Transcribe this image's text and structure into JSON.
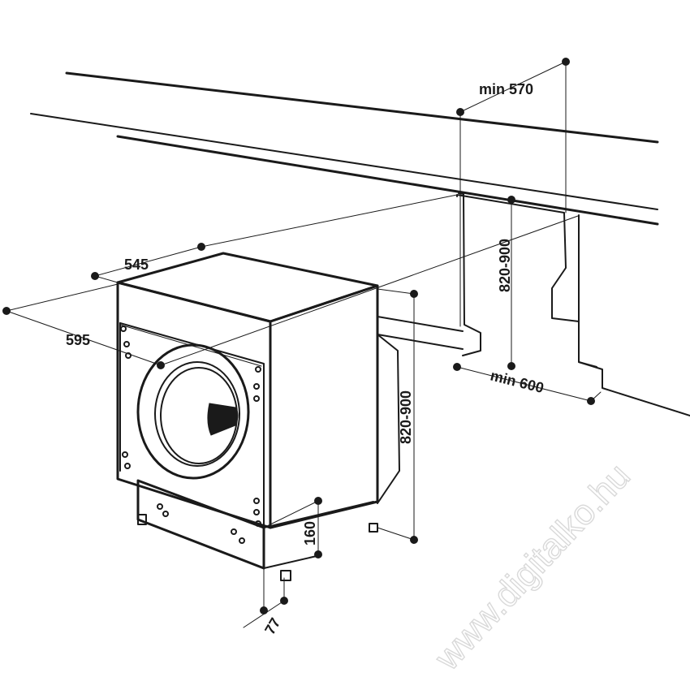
{
  "dimensions": {
    "niche_depth": "min 570",
    "niche_height": "820-900",
    "niche_width": "min 600",
    "machine_depth": "545",
    "machine_width": "595",
    "machine_height": "820-900",
    "plinth_height": "160",
    "plinth_recess": "77"
  },
  "watermark": "www.digitalko.hu"
}
